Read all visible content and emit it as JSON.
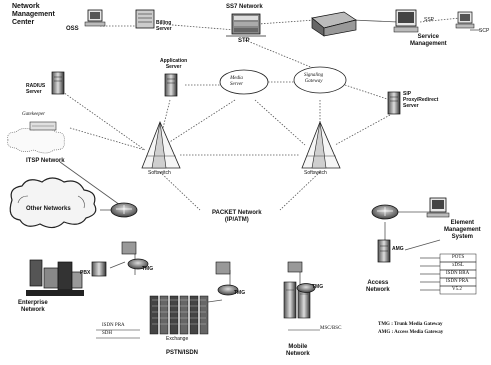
{
  "labels": {
    "nmc": "Network\nManagement\nCenter",
    "oss": "OSS",
    "billing": "Billing\nServer",
    "ss7": "SS7 Network",
    "stp": "STP",
    "ssp": "SSP",
    "scp": "SCP",
    "service_mgmt": "Service\nManagement",
    "radius": "RADIUS\nServer",
    "app_server": "Application\nServer",
    "media_server": "Media\nServer",
    "signaling_gw": "Signaling\nGateway",
    "sip_proxy": "SIP\nProxy/Redirect\nServer",
    "gatekeeper": "Gatekeeper",
    "itsp": "ITSP Network",
    "softswitch_left": "Softswitch",
    "softswitch_right": "Softswitch",
    "other_networks": "Other Networks",
    "packet_network": "PACKET Network\n(IP/ATM)",
    "element_mgmt": "Element\nManagement\nSystem",
    "amg": "AMG",
    "access_network": "Access\nNetwork",
    "pots": "POTS",
    "xdsl": "xDSL",
    "isdn_bra": "ISDN BRA",
    "isdn_pra": "ISDN PRA",
    "v52": "V5.2",
    "pbx": "PBX",
    "tmg_ent": "TMG",
    "enterprise": "Enterprise\nNetwork",
    "tmg_pstn": "TMG",
    "isdn_pra_pstn": "ISDN PRA",
    "sdh": "SDH",
    "exchange": "Exchange",
    "pstn_isdn": "PSTN/ISDN",
    "tmg_mobile": "TMG",
    "msc_bsc": "MSC/BSC",
    "mobile": "Mobile\nNetwork",
    "legend_tmg": "TMG : Trunk Media Gateway",
    "legend_amg": "AMG : Access Media Gateway"
  },
  "icons": {
    "oss_computer": "computer-icon",
    "billing_server": "server-icon",
    "stp_device": "stp-icon",
    "ssp_switch": "switch-icon",
    "scp_computer": "computer-icon",
    "service_mgmt_computer": "computer-icon",
    "radius_server": "server-tower-icon",
    "app_server": "server-tower-icon",
    "sip_server": "server-tower-icon",
    "gatekeeper": "gatekeeper-icon",
    "softswitch": "pyramid-icon",
    "router": "router-icon",
    "cloud": "cloud-icon",
    "amg": "gateway-icon",
    "ems_computer": "computer-icon",
    "pbx": "pbx-icon",
    "tmg": "router-icon",
    "exchange": "exchange-icon",
    "mobile_switch": "tower-icon"
  },
  "colors": {
    "line": "#222222",
    "dotted": "#444444",
    "fill_dark": "#333333",
    "fill_mid": "#888888"
  }
}
